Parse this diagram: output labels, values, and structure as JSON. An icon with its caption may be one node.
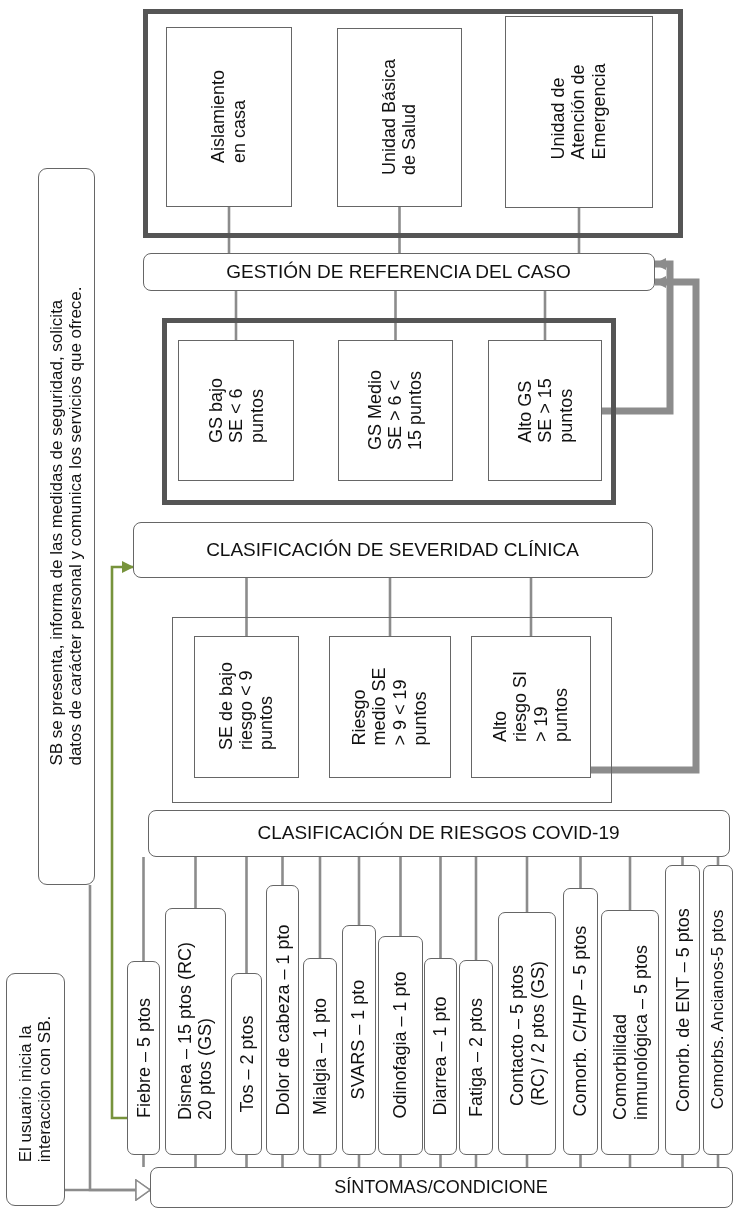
{
  "diagram": {
    "nodes": [
      {
        "text": [],
        "shape": "box"
      },
      {
        "text": [
          "Aislamiento en casa"
        ],
        "in": 0
      },
      {
        "text": [
          "Unidad Básica de Salud"
        ],
        "in": 0
      },
      {
        "text": [
          "Unidad de Atención de Emergencia"
        ],
        "in": 0
      },
      {
        "text": [
          "GESTIÓN DE REFERENCIA DEL CASO"
        ]
      },
      {
        "text": [],
        "shape": "box"
      },
      {
        "text": [
          "GS bajo SE < 6 puntos"
        ],
        "in": 5
      },
      {
        "text": [
          "GS Medio SE > 6 < 15 puntos"
        ],
        "in": 5
      },
      {
        "text": [
          "Alto GS SE > 15 puntos"
        ],
        "in": 5
      },
      {
        "text": [
          "CLASIFICACIÓN DE SEVERIDAD CLÍNICA"
        ]
      },
      {
        "text": [],
        "shape": "box"
      },
      {
        "text": [
          "SE de bajo riesgo < 9 puntos"
        ],
        "in": 10
      },
      {
        "text": [
          "Riesgo medio SE > 9 < 19 puntos"
        ],
        "in": 10
      },
      {
        "text": [
          "Alto riesgo SI > 19 puntos"
        ],
        "in": 10
      },
      {
        "text": [
          "CLASIFICACIÓN DE RIESGOS COVID-19"
        ]
      },
      {
        "text": [
          "SB se presenta, informa de las medidas de seguridad, solicita datos de carácter personal y comunica los servicios que ofrece."
        ]
      },
      {
        "text": [
          "Fiebre – 5 ptos"
        ]
      },
      {
        "text": [
          "Disnea – 15 ptos (RC) 20 ptos (GS)"
        ]
      },
      {
        "text": [
          "Tos – 2 ptos"
        ]
      },
      {
        "text": [
          "Dolor de cabeza – 1 pto"
        ]
      },
      {
        "text": [
          "Mialgia – 1 pto"
        ]
      },
      {
        "text": [
          "SVARS – 1 pto"
        ]
      },
      {
        "text": [
          "Odinofagia – 1 pto"
        ]
      },
      {
        "text": [
          "Diarrea – 1 pto"
        ]
      },
      {
        "text": [
          "Fatiga – 2 ptos"
        ]
      },
      {
        "text": [
          "Contacto – 5 ptos (RC) / 2 ptos (GS)"
        ]
      },
      {
        "text": [
          "Comorb. C/H/P – 5 ptos"
        ]
      },
      {
        "text": [
          "Comorbilidad inmunológica – 5 ptos"
        ]
      },
      {
        "text": [
          "Comorb. de ENT – 5 ptos"
        ]
      },
      {
        "text": [
          "Comorbs. Ancianos-5 ptos"
        ]
      },
      {
        "text": [
          "El usuario inicia la interacción con SB."
        ]
      },
      {
        "text": [
          "SÍNTOMAS/CONDICIONE"
        ]
      }
    ],
    "edges": [
      {
        "from": 4,
        "to": 1,
        "arrow": "none"
      },
      {
        "from": 4,
        "to": 2,
        "arrow": "none"
      },
      {
        "from": 4,
        "to": 3,
        "arrow": "none"
      },
      {
        "from": 4,
        "to": 6,
        "arrow": "none"
      },
      {
        "from": 4,
        "to": 7,
        "arrow": "none"
      },
      {
        "from": 4,
        "to": 8,
        "arrow": "none"
      },
      {
        "from": 8,
        "to": 4,
        "arrow": "to",
        "style": "thick"
      },
      {
        "from": 9,
        "to": 11,
        "arrow": "none"
      },
      {
        "from": 9,
        "to": 12,
        "arrow": "none"
      },
      {
        "from": 9,
        "to": 13,
        "arrow": "none"
      },
      {
        "from": 13,
        "to": 4,
        "arrow": "to",
        "style": "thick"
      },
      {
        "from": 16,
        "to": 9,
        "arrow": "to",
        "color": "#77933c"
      },
      {
        "from": 14,
        "to": 16,
        "arrow": "none"
      },
      {
        "from": 14,
        "to": 17,
        "arrow": "none"
      },
      {
        "from": 14,
        "to": 18,
        "arrow": "none"
      },
      {
        "from": 14,
        "to": 19,
        "arrow": "none"
      },
      {
        "from": 14,
        "to": 20,
        "arrow": "none"
      },
      {
        "from": 14,
        "to": 21,
        "arrow": "none"
      },
      {
        "from": 14,
        "to": 22,
        "arrow": "none"
      },
      {
        "from": 14,
        "to": 23,
        "arrow": "none"
      },
      {
        "from": 14,
        "to": 24,
        "arrow": "none"
      },
      {
        "from": 14,
        "to": 25,
        "arrow": "none"
      },
      {
        "from": 14,
        "to": 26,
        "arrow": "none"
      },
      {
        "from": 14,
        "to": 27,
        "arrow": "none"
      },
      {
        "from": 14,
        "to": 28,
        "arrow": "none"
      },
      {
        "from": 14,
        "to": 29,
        "arrow": "none"
      },
      {
        "from": 16,
        "to": 31,
        "arrow": "none"
      },
      {
        "from": 17,
        "to": 31,
        "arrow": "none"
      },
      {
        "from": 18,
        "to": 31,
        "arrow": "none"
      },
      {
        "from": 19,
        "to": 31,
        "arrow": "none"
      },
      {
        "from": 20,
        "to": 31,
        "arrow": "none"
      },
      {
        "from": 21,
        "to": 31,
        "arrow": "none"
      },
      {
        "from": 22,
        "to": 31,
        "arrow": "none"
      },
      {
        "from": 23,
        "to": 31,
        "arrow": "none"
      },
      {
        "from": 24,
        "to": 31,
        "arrow": "none"
      },
      {
        "from": 25,
        "to": 31,
        "arrow": "none"
      },
      {
        "from": 26,
        "to": 31,
        "arrow": "none"
      },
      {
        "from": 27,
        "to": 31,
        "arrow": "none"
      },
      {
        "from": 28,
        "to": 31,
        "arrow": "none"
      },
      {
        "from": 29,
        "to": 31,
        "arrow": "none"
      },
      {
        "from": 30,
        "to": 31,
        "arrow": "to"
      },
      {
        "from": 15,
        "to": 31,
        "arrow": "to"
      }
    ]
  }
}
